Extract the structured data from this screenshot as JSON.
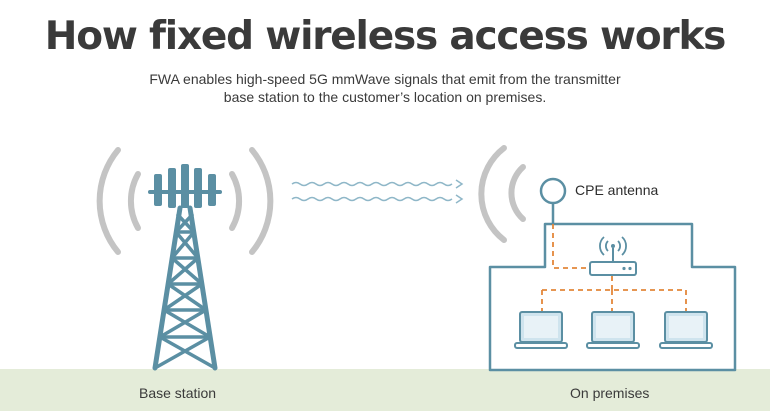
{
  "header": {
    "title": "How fixed wireless access works",
    "subtitle_line1": "FWA enables high-speed 5G mmWave signals that emit from the transmitter",
    "subtitle_line2": "base station to the customer’s location on premises."
  },
  "labels": {
    "base_station": "Base station",
    "on_premises": "On premises",
    "cpe_antenna": "CPE antenna"
  },
  "icons": {
    "tower": "cell-tower-icon",
    "router": "wifi-router-icon",
    "laptop": "laptop-icon"
  },
  "colors": {
    "tower": "#5b8fa3",
    "signal_arcs": "#c4c4c4",
    "wave": "#8fb7c8",
    "dashed_link": "#e3873a",
    "ground": "#e4ecd9",
    "text": "#3a3a3a"
  },
  "devices": {
    "laptop_count": 3
  }
}
